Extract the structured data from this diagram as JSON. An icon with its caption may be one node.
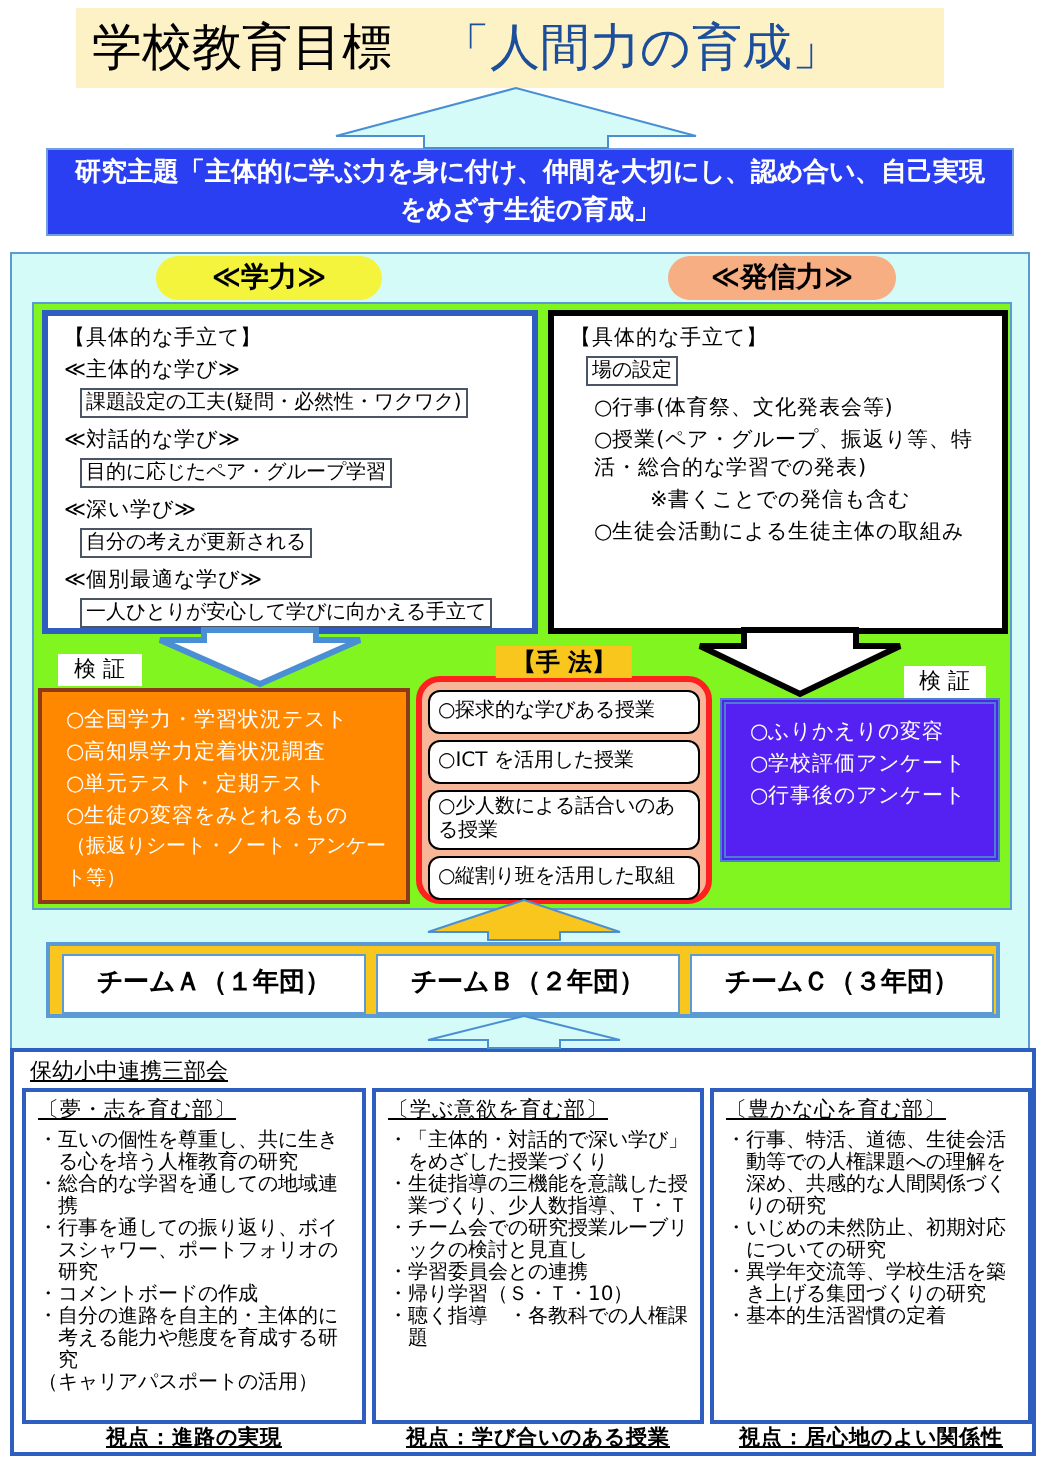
{
  "diagram": {
    "nodes": [
      {
        "text": [
          "学校教育目標",
          "「人間力の育成」"
        ]
      },
      {
        "text": [
          "研究主題「主体的に学ぶ力を身に付け、仲間を大切にし、認め合い、自己実現をめざす生徒の育成」"
        ]
      },
      {
        "text": [],
        "shape": "box"
      },
      {
        "text": [],
        "shape": "box",
        "in": 2
      },
      {
        "text": [
          "≪学力≫"
        ],
        "in": 2
      },
      {
        "text": [
          "≪発信力≫"
        ],
        "in": 2
      },
      {
        "text": [
          "【具体的な手立て】",
          "≪主体的な学び≫",
          "≪対話的な学び≫",
          "≪深い学び≫",
          "≪個別最適な学び≫"
        ],
        "in": 3
      },
      {
        "text": [
          "課題設定の工夫(疑問・必然性・ワクワク)"
        ],
        "in": 6
      },
      {
        "text": [
          "目的に応じたペア・グループ学習"
        ],
        "in": 6
      },
      {
        "text": [
          "自分の考えが更新される"
        ],
        "in": 6
      },
      {
        "text": [
          "一人ひとりが安心して学びに向かえる手立て"
        ],
        "in": 6
      },
      {
        "text": [
          "【具体的な手立て】",
          "○行事(体育祭、文化発表会等)",
          "○授業(ペア・グループ、振返り等、特活・総合的な学習での発表)",
          "※書くことでの発信も含む",
          "○生徒会活動による生徒主体の取組み"
        ],
        "in": 3
      },
      {
        "text": [
          "場の設定"
        ],
        "in": 11
      },
      {
        "text": [
          "検 証",
          "○全国学力・学習状況テスト",
          "○高知県学力定着状況調査",
          "○単元テスト・定期テスト",
          "○生徒の変容をみとれるもの",
          "（振返りシート・ノート・アンケート等）"
        ],
        "in": 3
      },
      {
        "text": [
          "【手 法】"
        ],
        "in": 3
      },
      {
        "text": [
          "○探求的な学びある授業"
        ],
        "in": 14
      },
      {
        "text": [
          "○ICT を活用した授業"
        ],
        "in": 14
      },
      {
        "text": [
          "○少人数による話合いのある授業"
        ],
        "in": 14
      },
      {
        "text": [
          "○縦割り班を活用した取組"
        ],
        "in": 14
      },
      {
        "text": [
          "検 証",
          "○ふりかえりの変容",
          "○学校評価アンケート",
          "○行事後のアンケート"
        ],
        "in": 3
      },
      {
        "text": [],
        "shape": "bar",
        "in": 2
      },
      {
        "text": [
          "チームＡ（１年団）"
        ],
        "in": 20
      },
      {
        "text": [
          "チームＢ（２年団）"
        ],
        "in": 20
      },
      {
        "text": [
          "チームＣ（３年団）"
        ],
        "in": 20
      },
      {
        "text": [
          "保幼小中連携三部会"
        ]
      },
      {
        "text": [
          "〔夢・志を育む部〕",
          "・互いの個性を尊重し、共に生きる心を培う人権教育の研究",
          "・総合的な学習を通しての地域連携",
          "・行事を通しての振り返り、ボイスシャワー、ポートフォリオの研究",
          "・コメントボードの作成",
          "・自分の進路を自主的・主体的に考える能力や態度を育成する研究",
          "（キャリアパスポートの活用）"
        ],
        "beside": [
          "視点：進路の実現"
        ],
        "in": 24
      },
      {
        "text": [
          "〔学ぶ意欲を育む部〕",
          "・「主体的・対話的で深い学び」をめざした授業づくり",
          "・生徒指導の三機能を意識した授業づくり、少人数指導、Ｔ・Ｔ",
          "・チーム会での研究授業ルーブリックの検討と見直し",
          "・学習委員会との連携",
          "・帰り学習（Ｓ・Ｔ・10）",
          "・聴く指導　・各教科での人権課題"
        ],
        "beside": [
          "視点：学び合いのある授業"
        ],
        "in": 24
      },
      {
        "text": [
          "〔豊かな心を育む部〕",
          "・行事、特活、道徳、生徒会活動等での人権課題への理解を深め、共感的な人間関係づくりの研究",
          "・いじめの未然防止、初期対応についての研究",
          "・異学年交流等、学校生活を築き上げる集団づくりの研究",
          "・基本的生活習慣の定着"
        ],
        "beside": [
          "視点：居心地のよい関係性"
        ],
        "in": 24
      }
    ],
    "edges": [
      {
        "from": 1,
        "to": 0,
        "arrow": "to"
      },
      {
        "from": 6,
        "to": 13,
        "arrow": "to",
        "style": "thick"
      },
      {
        "from": 11,
        "to": 19,
        "arrow": "to",
        "style": "thick",
        "color": "#000000"
      },
      {
        "from": 20,
        "to": 14,
        "arrow": "to"
      },
      {
        "from": 24,
        "to": 20,
        "arrow": "to"
      }
    ]
  }
}
